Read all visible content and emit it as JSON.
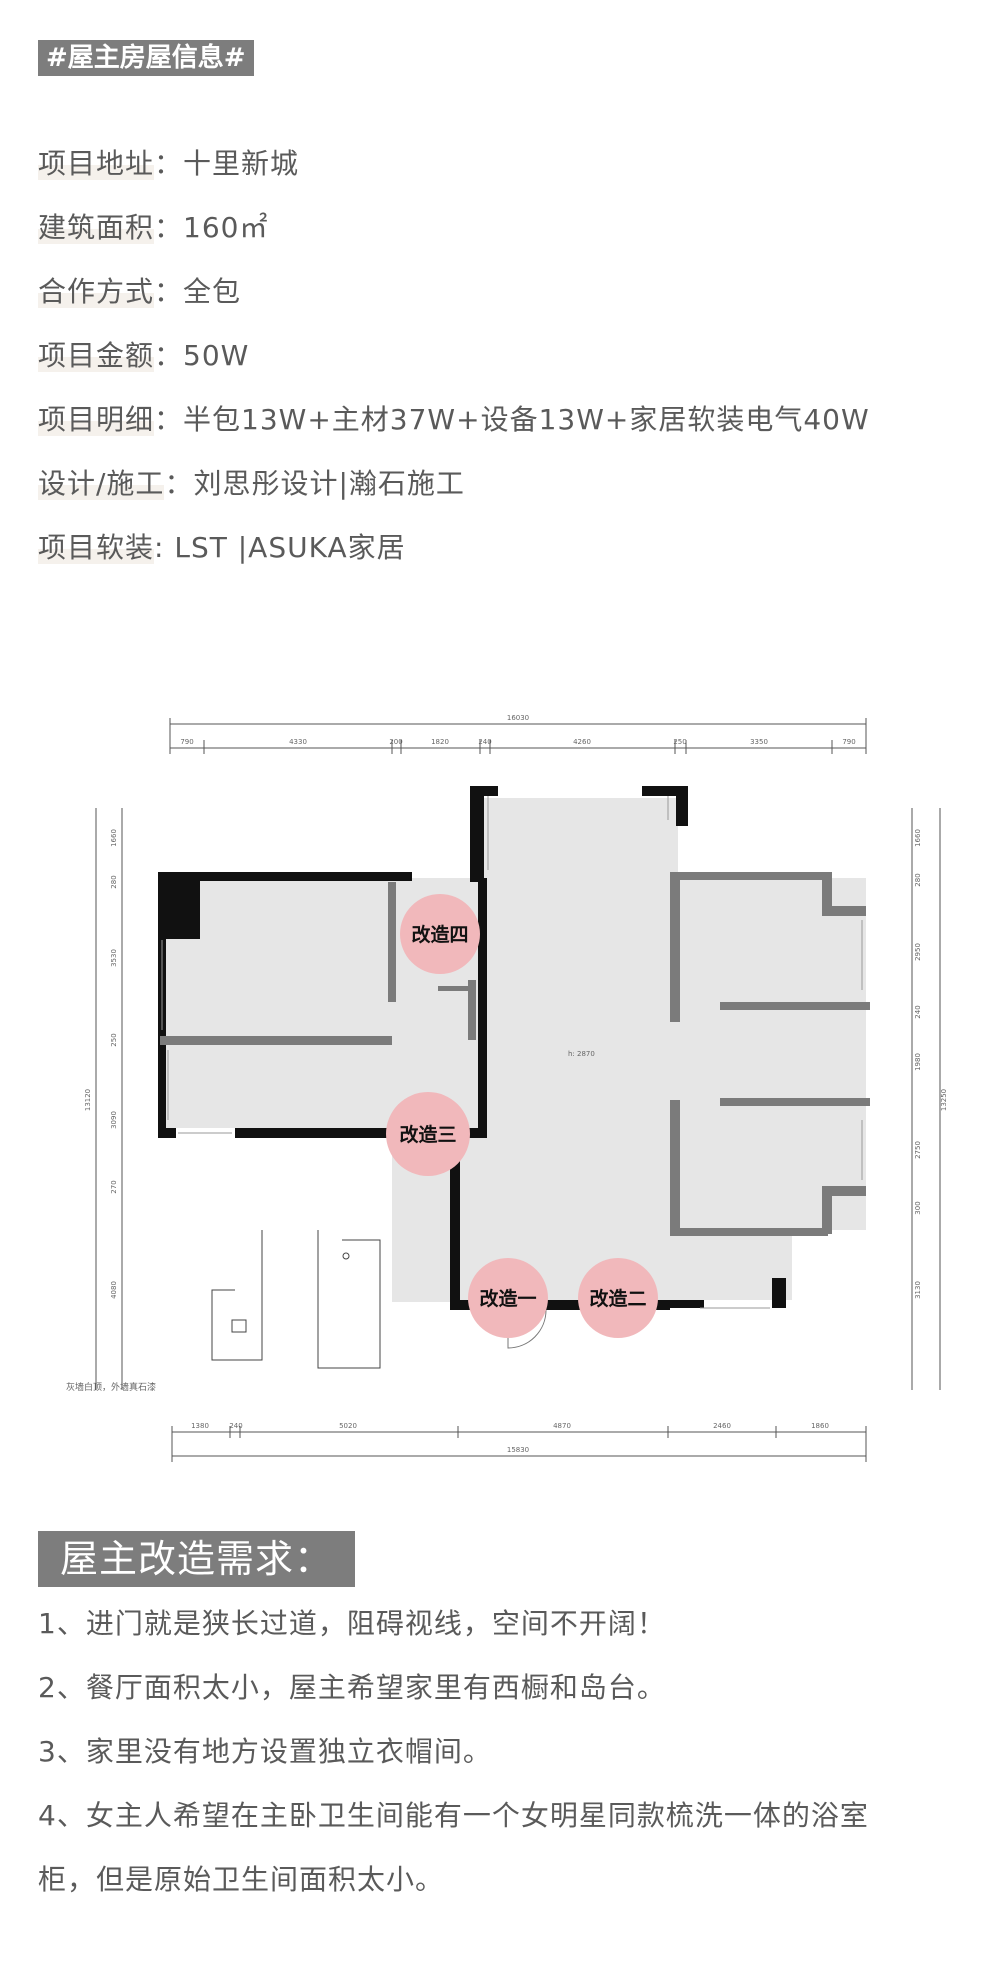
{
  "header_tag": "#屋主房屋信息#",
  "info": [
    {
      "key": "项目地址",
      "sep": "：",
      "value": "十里新城"
    },
    {
      "key": "建筑面积",
      "sep": "：",
      "value": "160㎡"
    },
    {
      "key": "合作方式",
      "sep": "：",
      "value": "全包"
    },
    {
      "key": "项目金额",
      "sep": "：",
      "value": "50W"
    },
    {
      "key": "项目明细",
      "sep": "：",
      "value": "半包13W+主材37W+设备13W+家居软装电气40W"
    },
    {
      "key": "设计/施工",
      "sep": "：",
      "value": "刘思彤设计|瀚石施工"
    },
    {
      "key": "项目软装",
      "sep": ": ",
      "value": "LST |ASUKA家居"
    }
  ],
  "floorplan": {
    "labels": [
      "改造四",
      "改造三",
      "改造一",
      "改造二"
    ],
    "top_total": "16030",
    "top_dims": [
      "790",
      "4330",
      "200",
      "1820",
      "240",
      "4260",
      "250",
      "3350",
      "790"
    ],
    "bottom_dims": [
      "1380",
      "240",
      "5020",
      "4870",
      "2460",
      "1860"
    ],
    "bottom_total": "15830",
    "left_dims": [
      "1660",
      "280",
      "3530",
      "250",
      "3090",
      "270",
      "4080"
    ],
    "left_total": "13120",
    "right_dims": [
      "1660",
      "280",
      "2950",
      "240",
      "1980",
      "2750",
      "300",
      "3130"
    ],
    "right_total": "13250",
    "note": "灰墙白顶，外墙真石漆",
    "ceiling_center": "h: 2870"
  },
  "requirements_tag": "屋主改造需求：",
  "requirements": [
    "1、进门就是狭长过道，阻碍视线，空间不开阔！",
    "2、餐厅面积太小，屋主希望家里有西橱和岛台。",
    "3、家里没有地方设置独立衣帽间。",
    "4、女主人希望在主卧卫生间能有一个女明星同款梳洗一体的浴室",
    "柜，但是原始卫生间面积太小。"
  ]
}
